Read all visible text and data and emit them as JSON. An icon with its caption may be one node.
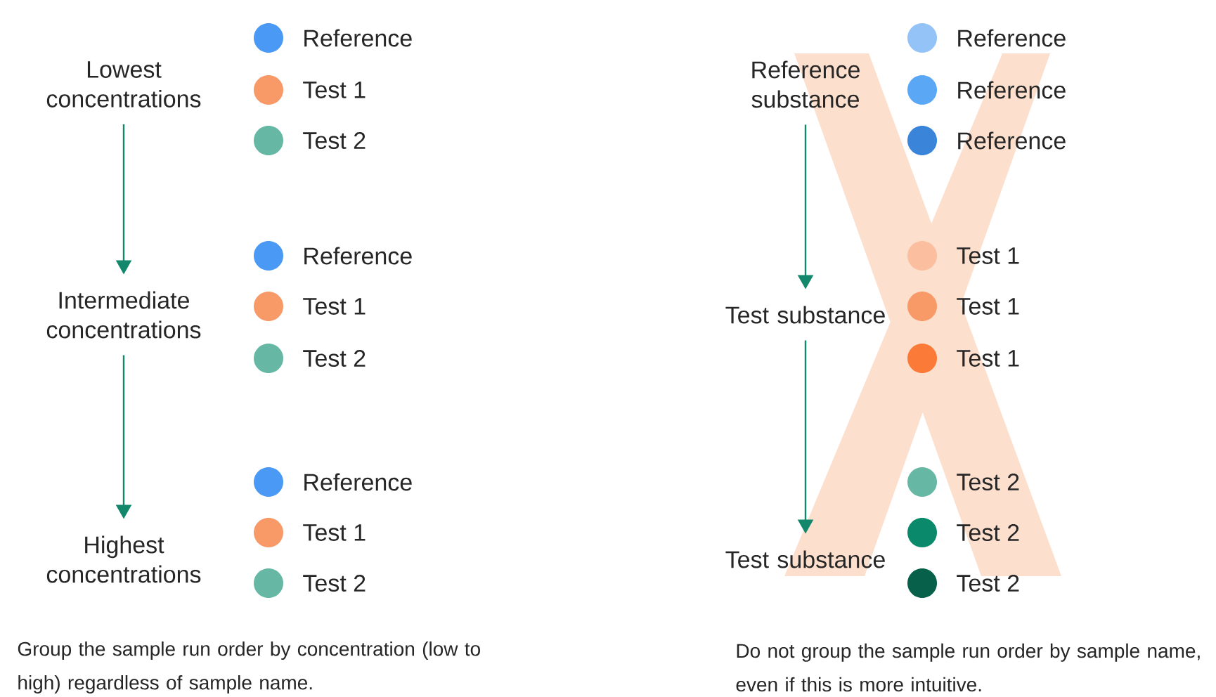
{
  "diagram": {
    "nodes": [
      {
        "text": [
          "Lowest concentrations"
        ]
      },
      {
        "text": [
          "Intermediate concentrations"
        ]
      },
      {
        "text": [
          "Highest concentrations"
        ]
      },
      {
        "text": [
          "Reference substance"
        ]
      },
      {
        "text": [
          "Test substance"
        ]
      },
      {
        "text": [
          "Test substance"
        ]
      }
    ],
    "edges": [
      {
        "from": 0,
        "to": 1,
        "arrow": "to"
      },
      {
        "from": 1,
        "to": 2,
        "arrow": "to"
      },
      {
        "from": 3,
        "to": 4,
        "arrow": "to"
      },
      {
        "from": 4,
        "to": 5,
        "arrow": "to"
      }
    ],
    "labels": [
      "Group the sample run order by concentration (low to high) regardless of sample name.",
      "Do not group the sample run order by sample name, even if this is more intuitive."
    ],
    "legend": [
      {
        "text": "Reference",
        "color": "#4a9af5"
      },
      {
        "text": "Test 1",
        "color": "#f79a68"
      },
      {
        "text": "Test 2",
        "color": "#66b8a5"
      },
      {
        "text": "Reference",
        "color": "#4a9af5"
      },
      {
        "text": "Test 1",
        "color": "#f79a68"
      },
      {
        "text": "Test 2",
        "color": "#66b8a5"
      },
      {
        "text": "Reference",
        "color": "#4a9af5"
      },
      {
        "text": "Test 1",
        "color": "#f79a68"
      },
      {
        "text": "Test 2",
        "color": "#66b8a5"
      },
      {
        "text": "Reference",
        "color": "#93c3f7"
      },
      {
        "text": "Reference",
        "color": "#5aa7f5"
      },
      {
        "text": "Reference",
        "color": "#3a85d9"
      },
      {
        "text": "Test 1",
        "color": "#fbbf9f"
      },
      {
        "text": "Test 1",
        "color": "#f89a68"
      },
      {
        "text": "Test 1",
        "color": "#fb7a37"
      },
      {
        "text": "Test 2",
        "color": "#66b8a5"
      },
      {
        "text": "Test 2",
        "color": "#0a8a6a"
      },
      {
        "text": "Test 2",
        "color": "#06604a"
      }
    ]
  }
}
